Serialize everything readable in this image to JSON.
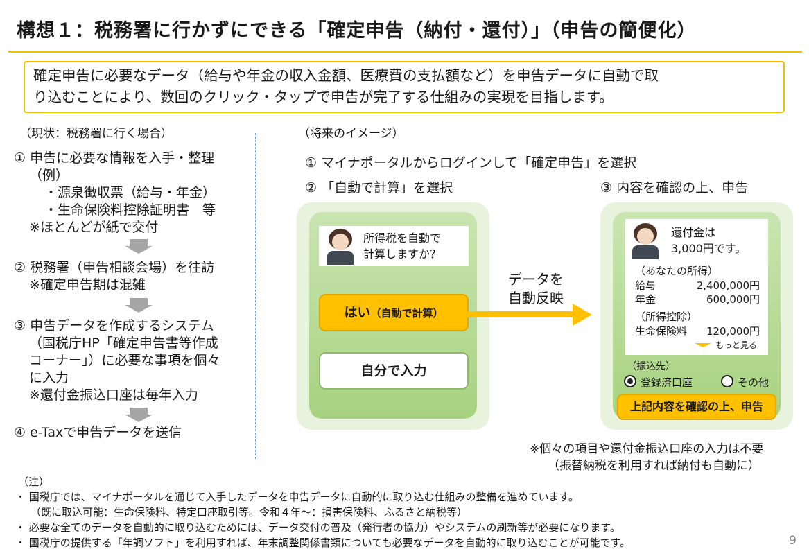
{
  "title": "構想１：税務署に行かずにできる「確定申告（納付・還付）」（申告の簡便化）",
  "lead": {
    "line1": "確定申告に必要なデータ（給与や年金の収入金額、医療費の支払額など）を申告データに自動で取",
    "line2": "り込むことにより、数回のクリック・タップで申告が完了する仕組みの実現を目指します。"
  },
  "current": {
    "heading": "（現状：税務署に行く場合）",
    "step1": [
      "① 申告に必要な情報を入手・整理",
      "（例）",
      "・源泉徴収票（給与・年金）",
      "・生命保険料控除証明書　等",
      "※ほとんどが紙で交付"
    ],
    "step2": [
      "② 税務署（申告相談会場）を往訪",
      "※確定申告期は混雑"
    ],
    "step3": [
      "③ 申告データを作成するシステム",
      "（国税庁HP「確定申告書等作成",
      "コーナー」）に必要な事項を個々",
      "に入力",
      "※還付金振込口座は毎年入力"
    ],
    "step4": "④ e-Taxで申告データを送信"
  },
  "future": {
    "heading": "（将来のイメージ）",
    "step1": "① マイナポータルからログインして「確定申告」を選択",
    "step2": "② 「自動で計算」を選択",
    "step3": "③ 内容を確認の上、申告",
    "phone1": {
      "question_line1": "所得税を自動で",
      "question_line2": "計算しますか？",
      "yes_main": "はい",
      "yes_sub": "（自動で計算）",
      "manual": "自分で入力"
    },
    "flow_line1": "データを",
    "flow_line2": "自動反映",
    "phone2": {
      "refund_line1": "還付金は",
      "refund_line2": "3,000円です。",
      "income_heading": "（あなたの所得）",
      "salary_label": "給与",
      "salary_value": "2,400,000円",
      "pension_label": "年金",
      "pension_value": "600,000円",
      "deduction_heading": "（所得控除）",
      "insurance_label": "生命保険料",
      "insurance_value": "120,000円",
      "more": "もっと見る",
      "transfer_heading": "（振込先）",
      "option_registered": "登録済口座",
      "option_other": "その他",
      "submit": "上記内容を確認の上、申告"
    },
    "footnote_line1": "※個々の項目や還付金振込口座の入力は不要",
    "footnote_line2": "（振替納税を利用すれば納付も自動に）"
  },
  "notes": {
    "heading": "（注）",
    "lines": [
      "・ 国税庁では、マイナポータルを通じて入手したデータを申告データに自動的に取り込む仕組みの整備を進めています。",
      "（既に取込可能：生命保険料、特定口座取引等。令和４年～：損害保険料、ふるさと納税等）",
      "・ 必要な全てのデータを自動的に取り込むためには、データ交付の普及（発行者の協力）やシステムの刷新等が必要になります。",
      "・ 国税庁の提供する「年調ソフト」を利用すれば、年末調整関係書類についても必要なデータを自動的に取り込むことが可能です。"
    ]
  },
  "page_number": "9",
  "colors": {
    "accent": "#f2c200",
    "button": "#ffc000",
    "phone_green": "#a7d27f"
  }
}
